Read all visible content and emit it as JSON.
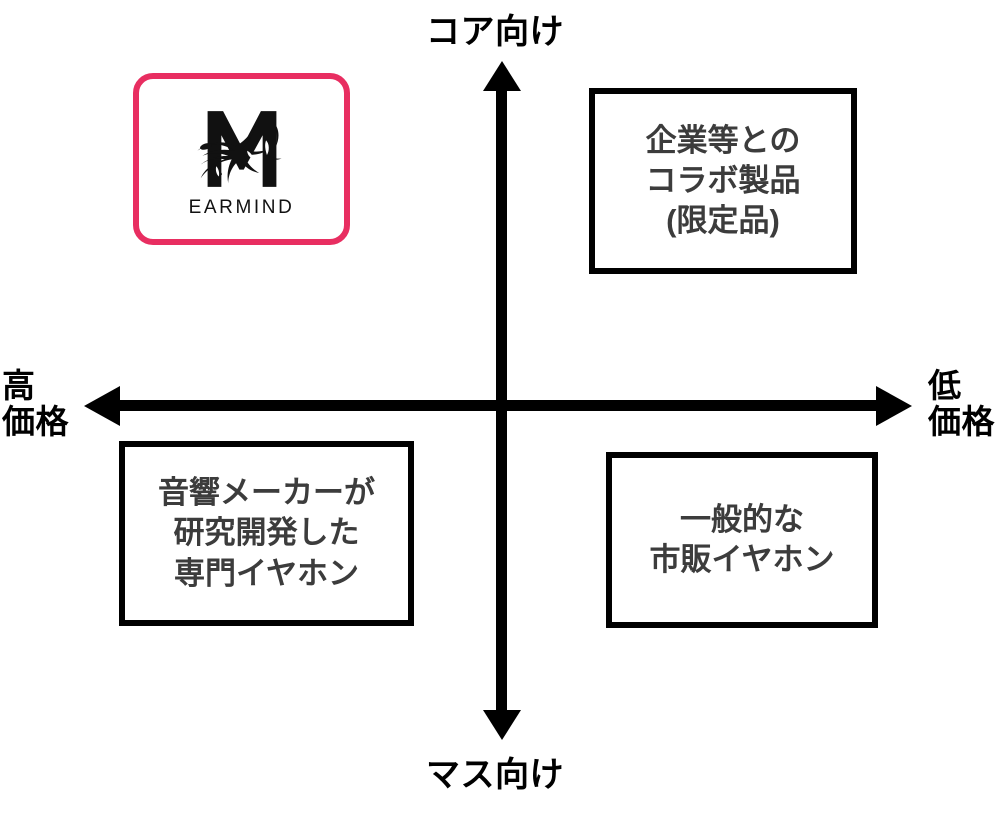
{
  "diagram": {
    "type": "positioning-map",
    "title": "",
    "background_color": "#ffffff",
    "axes": {
      "vertical": {
        "top_label": "コア向け",
        "bottom_label": "マス向け",
        "color": "#000000"
      },
      "horizontal": {
        "left_label": "高\n価格",
        "right_label": "低\n価格",
        "color": "#000000"
      }
    },
    "items": [
      {
        "id": "brand-card",
        "quadrant": "top-left",
        "kind": "logo-card",
        "brand_name": "EARMIND",
        "logo_letter": "M",
        "border_color": "#E82E61",
        "text_color": "#111111"
      },
      {
        "id": "box-collab",
        "quadrant": "top-right",
        "kind": "label-box",
        "text": "企業等との\nコラボ製品\n(限定品)",
        "border_color": "#000000",
        "text_color": "#3c3c3c"
      },
      {
        "id": "box-research",
        "quadrant": "bottom-left",
        "kind": "label-box",
        "text": "音響メーカーが\n研究開発した\n専門イヤホン",
        "border_color": "#000000",
        "text_color": "#3c3c3c"
      },
      {
        "id": "box-generic",
        "quadrant": "bottom-right",
        "kind": "label-box",
        "text": "一般的な\n市販イヤホン",
        "border_color": "#000000",
        "text_color": "#3c3c3c"
      }
    ]
  }
}
